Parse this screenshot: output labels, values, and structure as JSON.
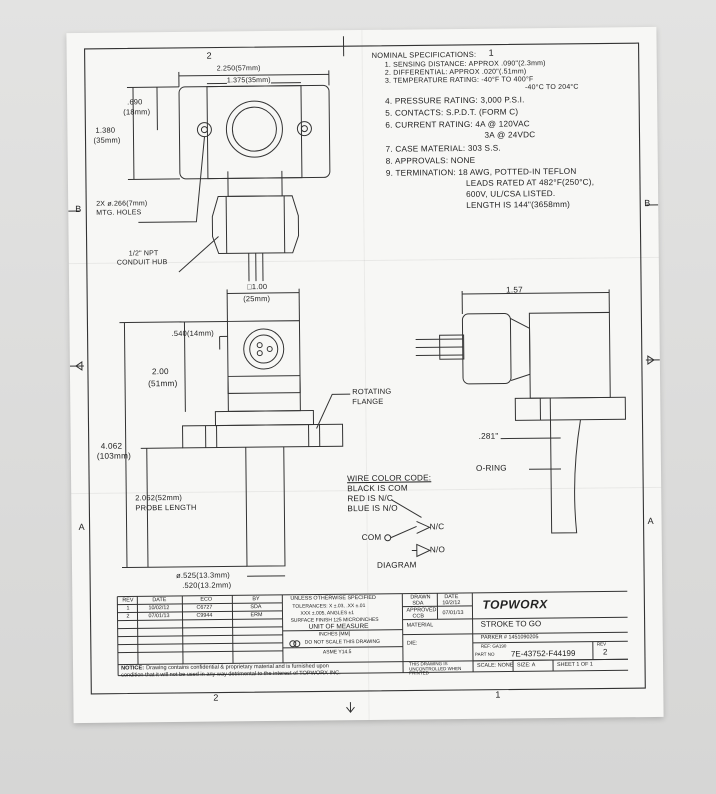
{
  "border": {
    "zone_top_left": "2",
    "zone_top_right": "1",
    "zone_left": "B",
    "zone_right": "B",
    "zone_left_low": "A",
    "zone_right_low": "A",
    "zone_bottom_left": "2",
    "zone_bottom_right": "1"
  },
  "top_view": {
    "dim_overall": "2.250(57mm)",
    "dim_hole_spacing": "1.375(35mm)",
    "dim_half_height": ".690",
    "dim_half_height_mm": "(18mm)",
    "dim_height": "1.380",
    "dim_height_mm": "(35mm)",
    "holes_label_1": "2X ø.266(7mm)",
    "holes_label_2": "MTG. HOLES",
    "conduit_1": "1/2\" NPT",
    "conduit_2": "CONDUIT HUB"
  },
  "specs": {
    "title": "NOMINAL SPECIFICATIONS:",
    "items": [
      "1. SENSING DISTANCE: APPROX .090\"(2.3mm)",
      "2. DIFFERENTIAL: APPROX .020\"(.51mm)",
      "3. TEMPERATURE RATING: -40°F TO 400°F",
      "-40°C TO 204°C",
      "4. PRESSURE RATING: 3,000 P.S.I.",
      "5. CONTACTS: S.P.D.T. (FORM C)",
      "6. CURRENT RATING: 4A @ 120VAC",
      "3A @ 24VDC",
      "7. CASE MATERIAL: 303 S.S.",
      "8. APPROVALS: NONE",
      "9. TERMINATION: 18 AWG, POTTED-IN TEFLON",
      "LEADS RATED AT 482°F(250°C),",
      "600V, UL/CSA LISTED.",
      "LENGTH IS 144\"(3658mm)"
    ]
  },
  "front_view": {
    "dim_square": "□1.00",
    "dim_square_mm": "(25mm)",
    "dim_offset": ".540(14mm)",
    "dim_body": "2.00",
    "dim_body_mm": "(51mm)",
    "dim_total": "4.062",
    "dim_total_mm": "(103mm)",
    "probe_1": "2.062(52mm)",
    "probe_2": "PROBE LENGTH",
    "dia_1": "ø.525(13.3mm)",
    "dia_2": ".520(13.2mm)",
    "flange_1": "ROTATING",
    "flange_2": "FLANGE"
  },
  "side_view": {
    "dim_width": "1.57",
    "dim_gap": ".281\"",
    "oring": "O-RING"
  },
  "wiring": {
    "title": "WIRE COLOR CODE:",
    "lines": [
      "BLACK IS COM",
      "RED IS N/C",
      "BLUE IS N/O"
    ],
    "nc": "N/C",
    "no": "N/O",
    "com": "COM",
    "diagram": "DIAGRAM"
  },
  "title_block": {
    "rev_headers": [
      "REV",
      "DATE",
      "ECO",
      "BY"
    ],
    "rev_rows": [
      [
        "1",
        "10/02/12",
        "C6727",
        "SDA"
      ],
      [
        "2",
        "07/01/13",
        "C9944",
        "ERM"
      ]
    ],
    "tolerance": [
      "UNLESS OTHERWISE SPECIFIED",
      "TOLERANCES: X ±.03, .XX ±.01",
      "XXX ±.005, ANGLES ±1",
      "SURFACE FINISH 125 MICROINCHES"
    ],
    "uom": "UNIT OF MEASURE",
    "uom_val": "INCHES [MM]",
    "noscale": "DO NOT SCALE THIS DRAWING",
    "asme": "ASME Y14.5",
    "drawn_label": "DRAWN",
    "drawn_by": "SDA",
    "date_label": "DATE",
    "drawn_date": "10/2/12",
    "approved_label": "APPROVED",
    "approved_by": "CCB",
    "approved_date": "07/01/13",
    "material_label": "MATERIAL",
    "die_label": "DIE:",
    "controlled": "THIS DRAWING IS UNCONTROLLED WHEN PRINTED",
    "logo": "TOPWORX",
    "title": "STROKE TO GO",
    "parker": "PARKER # 1451090205",
    "ref": "REF: GA190",
    "part_label": "PART NO",
    "part_no": "7E-43752-F44199",
    "rev_label": "REV",
    "rev": "2",
    "scale": "SCALE: NONE",
    "size": "SIZE: A",
    "sheet": "SHEET 1 OF 1",
    "notice_bold": "NOTICE:",
    "notice": " Drawing contains confidential & proprietary material and is furnished upon",
    "notice2": "condition that it will not be used in any way detrimental to the interest of TOPWORX INC."
  }
}
